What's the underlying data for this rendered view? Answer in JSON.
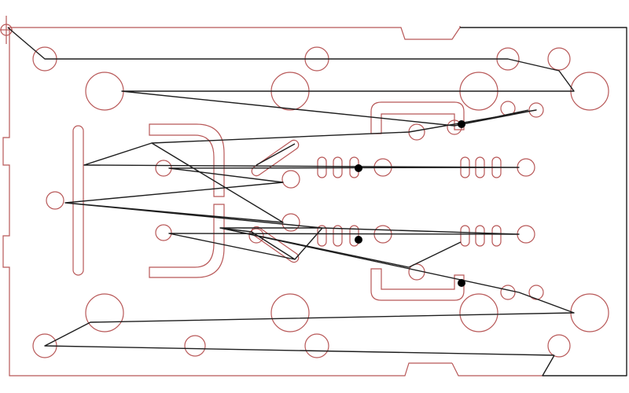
{
  "diagram": {
    "kind": "cnc-toolpath-cutout",
    "colors": {
      "outline": "#b85858",
      "toolpath": "#1e1e1e",
      "drill_point": "#000000",
      "background": "#ffffff"
    },
    "counts": {
      "drill_points": 4,
      "pcb_slot_groups": 4
    }
  }
}
